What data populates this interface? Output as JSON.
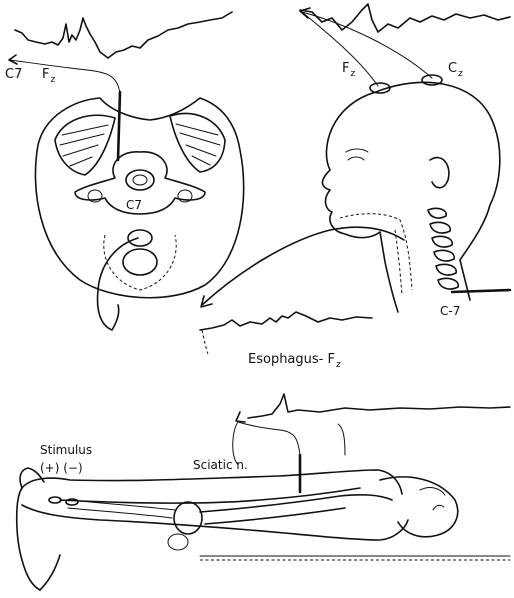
{
  "labels": {
    "spinal_level": "C7",
    "fz_top_left": "F",
    "fz_top_left_sub": "z",
    "vertebra_c7": "C7",
    "scalp_fz": "F",
    "scalp_fz_sub": "z",
    "scalp_cz": "C",
    "scalp_cz_sub": "z",
    "neck_c7": "C-7",
    "esophagus": "Esophagus- F",
    "esophagus_sub": "z",
    "stimulus": "Stimulus",
    "polarity": "(+) (−)",
    "sciatic": "Sciatic n."
  }
}
